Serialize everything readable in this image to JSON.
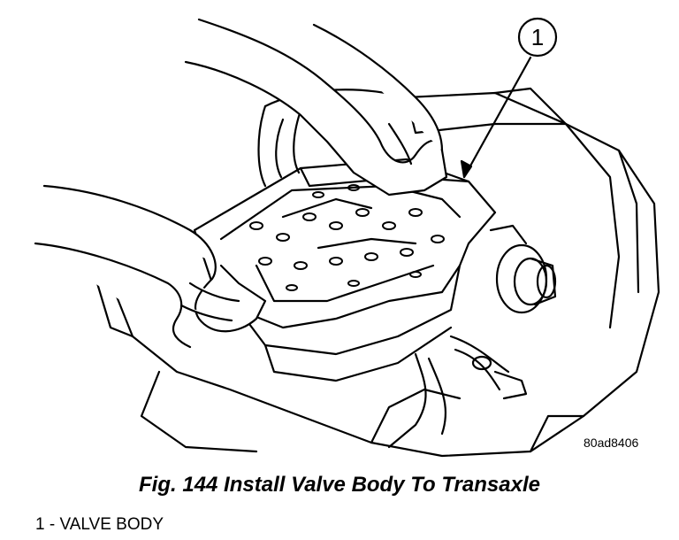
{
  "figure": {
    "callout_number": "1",
    "image_code": "80ad8406"
  },
  "caption": "Fig. 144 Install Valve Body To Transaxle",
  "legend": [
    {
      "text": "1 - VALVE BODY"
    }
  ]
}
